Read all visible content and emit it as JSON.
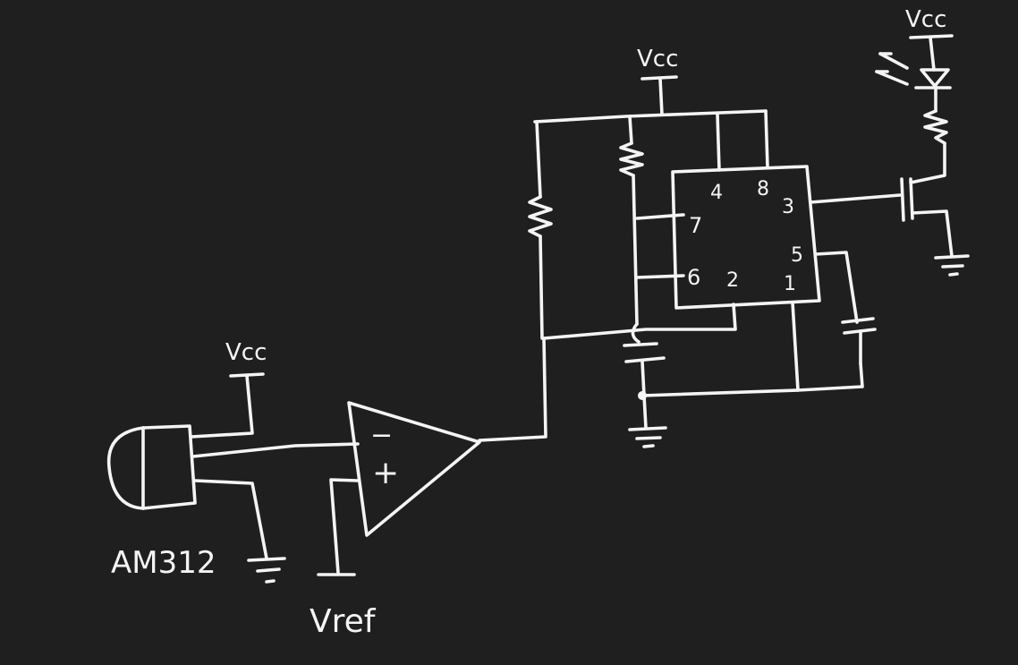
{
  "labels": {
    "vcc_timer": "Vcc",
    "vcc_led": "Vcc",
    "vcc_sensor": "Vcc",
    "sensor_part": "AM312",
    "vref": "Vref",
    "opamp_minus": "−",
    "opamp_plus": "+"
  },
  "timer_pins": {
    "p4": "4",
    "p8": "8",
    "p3": "3",
    "p7": "7",
    "p6": "6",
    "p2": "2",
    "p5": "5",
    "p1": "1"
  },
  "colors": {
    "background": "#201f1f",
    "ink": "#f4f4f4"
  }
}
